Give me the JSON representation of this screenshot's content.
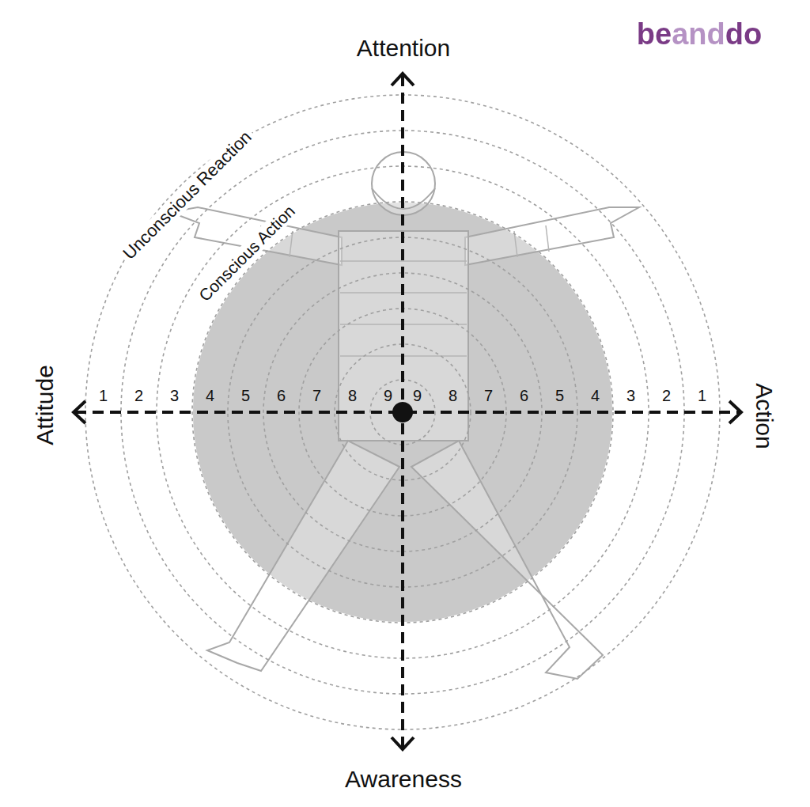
{
  "diagram": {
    "labels": [
      "beanddo",
      "Attention",
      "Unconscious Reaction",
      "Conscious Action",
      "Attitude",
      "1",
      "2",
      "3",
      "4",
      "5",
      "6",
      "7",
      "8",
      "9",
      "9",
      "8",
      "7",
      "6",
      "5",
      "4",
      "3",
      "2",
      "1",
      "Action",
      "Awareness"
    ]
  }
}
